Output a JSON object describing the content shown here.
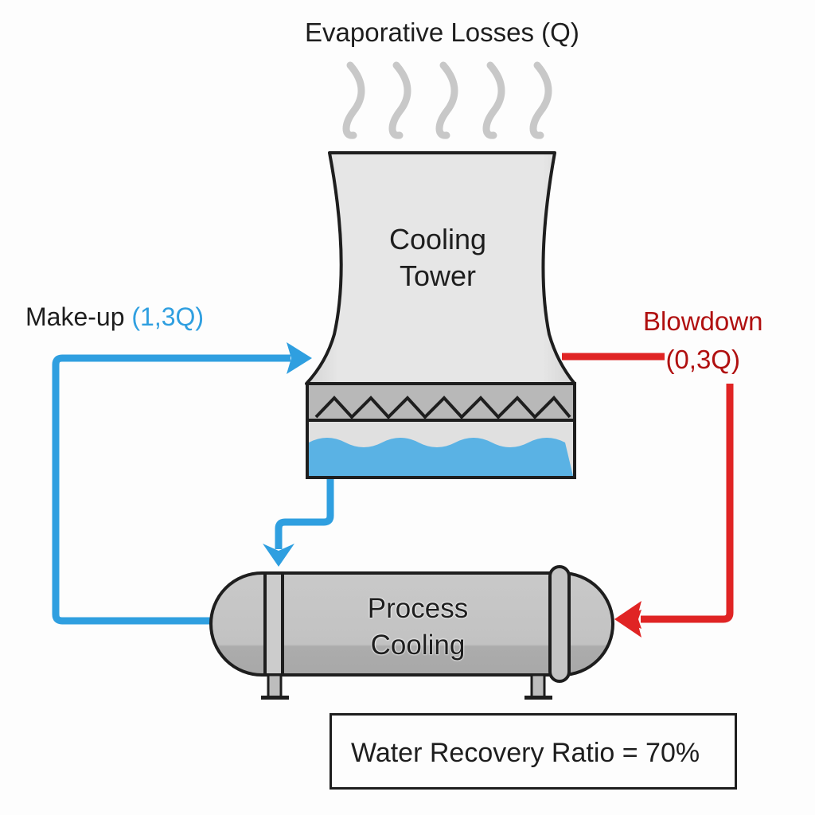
{
  "diagram": {
    "title": "Evaporative Losses (Q)",
    "tower": {
      "line1": "Cooling",
      "line2": "Tower"
    },
    "makeup": {
      "label": "Make-up",
      "value": "(1,3Q)"
    },
    "blowdown": {
      "label": "Blowdown",
      "value": "(0,3Q)"
    },
    "process": {
      "line1": "Process",
      "line2": "Cooling"
    },
    "ratio": "Water Recovery Ratio = 70%",
    "colors": {
      "blue": "#2f9fe0",
      "red": "#e02424",
      "red_text": "#b01010",
      "water": "#5ab2e4",
      "steel": "#c4c4c4",
      "outline": "#1e1e1e"
    },
    "flows": {
      "evaporation": "Q",
      "makeup": "1,3Q",
      "blowdown": "0,3Q",
      "recovery_ratio_percent": 70
    }
  }
}
